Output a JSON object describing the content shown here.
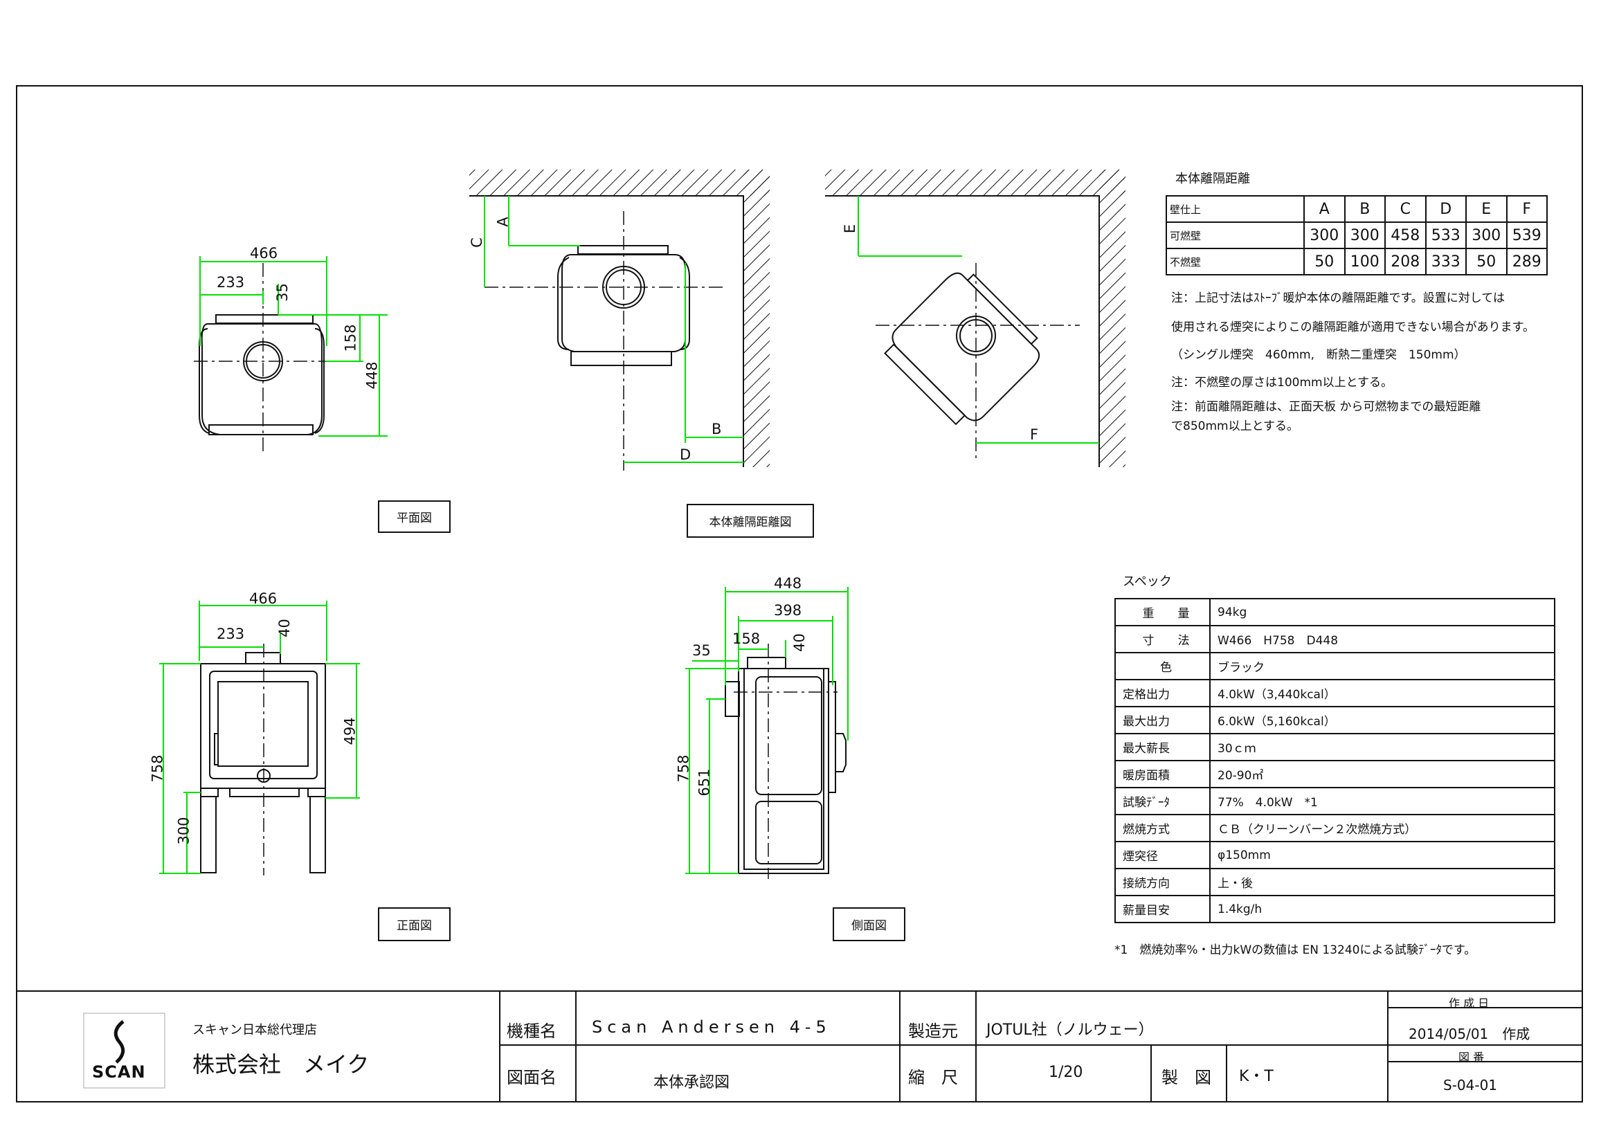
{
  "drawing": {
    "plan_view": {
      "label": "平面図",
      "dims": {
        "width": "466",
        "half": "233",
        "offset": "35",
        "depth_top": "158",
        "depth": "448"
      }
    },
    "clearance_view": {
      "label": "本体離隔距離図",
      "letters": {
        "a": "A",
        "b": "B",
        "c": "C",
        "d": "D",
        "e": "E",
        "f": "F"
      }
    },
    "front_view": {
      "label": "正面図",
      "dims": {
        "width": "466",
        "half": "233",
        "flue_offset": "40",
        "height": "758",
        "body_height": "494",
        "leg_height": "300"
      }
    },
    "side_view": {
      "label": "側面図",
      "dims": {
        "depth": "448",
        "depth_inner": "398",
        "flue_pos": "158",
        "offset": "35",
        "flue_offset": "40",
        "height": "758",
        "body_height": "651"
      }
    }
  },
  "clearance": {
    "title": "本体離隔距離",
    "header": [
      "壁仕上",
      "A",
      "B",
      "C",
      "D",
      "E",
      "F"
    ],
    "rows": [
      [
        "可燃壁",
        "300",
        "300",
        "458",
        "533",
        "300",
        "539"
      ],
      [
        "不燃壁",
        "50",
        "100",
        "208",
        "333",
        "50",
        "289"
      ]
    ],
    "notes": [
      "注：上記寸法はｽﾄｰﾌﾞ暖炉本体の離隔距離です。設置に対しては",
      "使用される煙突によりこの離隔距離が適用できない場合があります。",
      "（シングル煙突　460mm,　断熱二重煙突　150mm）",
      "注：不燃壁の厚さは100mm以上とする。",
      "注：前面離隔距離は、正面天板 から可燃物までの最短距離",
      "で850mm以上とする。"
    ]
  },
  "spec": {
    "title": "スペック",
    "rows": [
      [
        "重　　量",
        "94kg"
      ],
      [
        "寸　　法",
        "W466　H758　D448"
      ],
      [
        "色",
        "ブラック"
      ],
      [
        "定格出力",
        "4.0kW（3,440kcal）"
      ],
      [
        "最大出力",
        "6.0kW（5,160kcal）"
      ],
      [
        "最大薪長",
        "30ｃｍ"
      ],
      [
        "暖房面積",
        "20-90㎡"
      ],
      [
        "試験ﾃﾞｰﾀ",
        "77%　4.0kW　*1"
      ],
      [
        "燃焼方式",
        "ＣＢ（クリーンバーン２次燃焼方式）"
      ],
      [
        "煙突径",
        "φ150mm"
      ],
      [
        "接続方向",
        "上・後"
      ],
      [
        "薪量目安",
        "1.4kg/h"
      ]
    ],
    "footnote": "*1　燃焼効率%・出力kWの数値は EN 13240による試験ﾃﾞｰﾀです。"
  },
  "title_block": {
    "logo_text": "SCAN",
    "agent": "スキャン日本総代理店",
    "company": "株式会社　メイク",
    "model_label": "機種名",
    "model_value": "Scan Andersen 4-5",
    "maker_label": "製造元",
    "maker_value": "JOTUL社（ノルウェー）",
    "drawing_label": "図面名",
    "drawing_value": "本体承認図",
    "scale_label": "縮　尺",
    "scale_value": "1/20",
    "drafter_label": "製　図",
    "drafter_value": "K・T",
    "created_label": "作 成 日",
    "created_value": "2014/05/01　作成",
    "number_label": "図 番",
    "number_value": "S-04-01"
  },
  "colors": {
    "dimension": "#00e000",
    "line": "#111111"
  }
}
